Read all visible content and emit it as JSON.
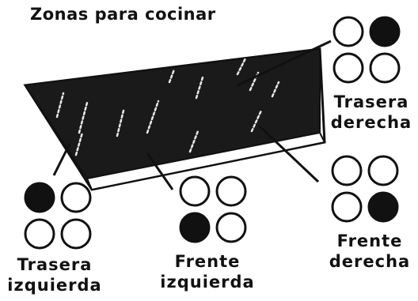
{
  "title": "Zonas para cocinar",
  "colors": {
    "ink": "#111111",
    "surface": "#1a1a1a",
    "background": "#ffffff"
  },
  "zones": [
    {
      "id": "tr",
      "line1": "Trasera",
      "line2": "derecha",
      "active_burner": "top-right"
    },
    {
      "id": "fr",
      "line1": "Frente",
      "line2": "derecha",
      "active_burner": "bottom-right"
    },
    {
      "id": "fl",
      "line1": "Frente",
      "line2": "izquierda",
      "active_burner": "bottom-left"
    },
    {
      "id": "tl",
      "line1": "Trasera",
      "line2": "izquierda",
      "active_burner": "top-left"
    }
  ]
}
